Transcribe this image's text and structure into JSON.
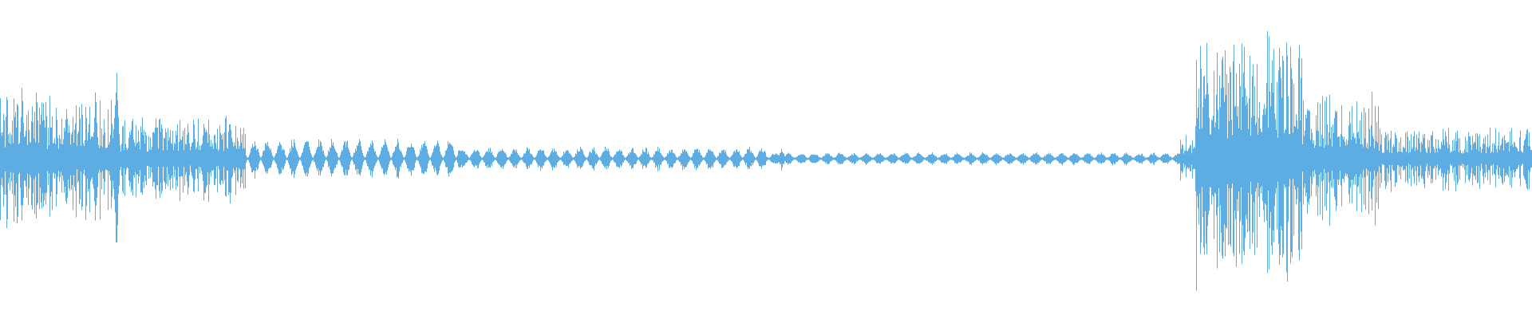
{
  "waveform": {
    "color": "#5dade2",
    "background": "#ffffff",
    "segments": [
      {
        "start": 0.0,
        "end": 0.02,
        "level": 0.3,
        "style": "dense"
      },
      {
        "start": 0.02,
        "end": 0.075,
        "level": 0.28,
        "style": "dense"
      },
      {
        "start": 0.075,
        "end": 0.16,
        "level": 0.18,
        "style": "dense"
      },
      {
        "start": 0.16,
        "end": 0.3,
        "level": 0.09,
        "style": "bursts"
      },
      {
        "start": 0.3,
        "end": 0.5,
        "level": 0.05,
        "style": "bursts"
      },
      {
        "start": 0.5,
        "end": 0.77,
        "level": 0.025,
        "style": "bursts"
      },
      {
        "start": 0.77,
        "end": 0.78,
        "level": 0.1,
        "style": "dense"
      },
      {
        "start": 0.78,
        "end": 0.85,
        "level": 0.55,
        "style": "dense"
      },
      {
        "start": 0.85,
        "end": 0.9,
        "level": 0.28,
        "style": "dense"
      },
      {
        "start": 0.9,
        "end": 1.0,
        "level": 0.14,
        "style": "dense"
      }
    ],
    "peaks": [
      {
        "position": 0.062,
        "level": 0.48
      },
      {
        "position": 0.076,
        "level": 0.65
      },
      {
        "position": 0.086,
        "level": 0.3
      },
      {
        "position": 0.15,
        "level": 0.28
      },
      {
        "position": 0.786,
        "level": 0.7
      },
      {
        "position": 0.798,
        "level": 0.8
      },
      {
        "position": 0.812,
        "level": 0.62
      },
      {
        "position": 0.836,
        "level": 0.55
      },
      {
        "position": 0.853,
        "level": 0.38
      },
      {
        "position": 0.51,
        "level": 0.08
      }
    ]
  }
}
